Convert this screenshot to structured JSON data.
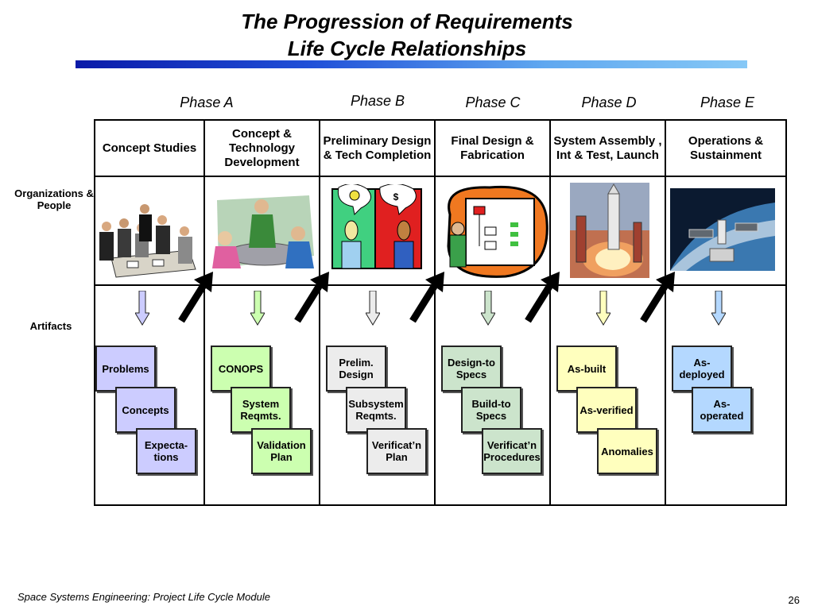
{
  "title": {
    "line1": "The Progression of Requirements",
    "line2": "Life Cycle Relationships"
  },
  "phases": [
    {
      "label": "Phase A",
      "header": "Concept Studies"
    },
    {
      "label": "Phase B",
      "header": "Preliminary Design & Tech Completion"
    },
    {
      "label": "Phase C",
      "header": "Final Design & Fabrication"
    },
    {
      "label": "Phase D",
      "header": "System Assembly , Int & Test, Launch"
    },
    {
      "label": "Phase E",
      "header": "Operations & Sustainment"
    }
  ],
  "pre_phase_header": "Concept & Technology Development",
  "row_labels": {
    "organizations": "Organizations & People",
    "artifacts": "Artifacts"
  },
  "artifact_columns": [
    {
      "color": "#ccccff",
      "items": [
        "Problems",
        "Concepts",
        "Expecta-tions"
      ]
    },
    {
      "color": "#ccffb0",
      "items": [
        "CONOPS",
        "System Reqmts.",
        "Validation Plan"
      ]
    },
    {
      "color": "#ececec",
      "items": [
        "Prelim. Design",
        "Subsystem Reqmts.",
        "Verificat’n Plan"
      ]
    },
    {
      "color": "#cce4cc",
      "items": [
        "Design-to Specs",
        "Build-to Specs",
        "Verificat’n Procedures"
      ]
    },
    {
      "color": "#ffffbe",
      "items": [
        "As-built",
        "As-verified",
        "Anomalies"
      ]
    },
    {
      "color": "#b4d8ff",
      "items": [
        "As-deployed",
        "As-operated"
      ]
    }
  ],
  "colors": {
    "header_bar_start": "#0a1aa8",
    "header_bar_end": "#86c8f6",
    "arrow_fill": "#000000"
  },
  "footer": {
    "text": "Space Systems Engineering: Project Life Cycle Module",
    "page": "26"
  }
}
